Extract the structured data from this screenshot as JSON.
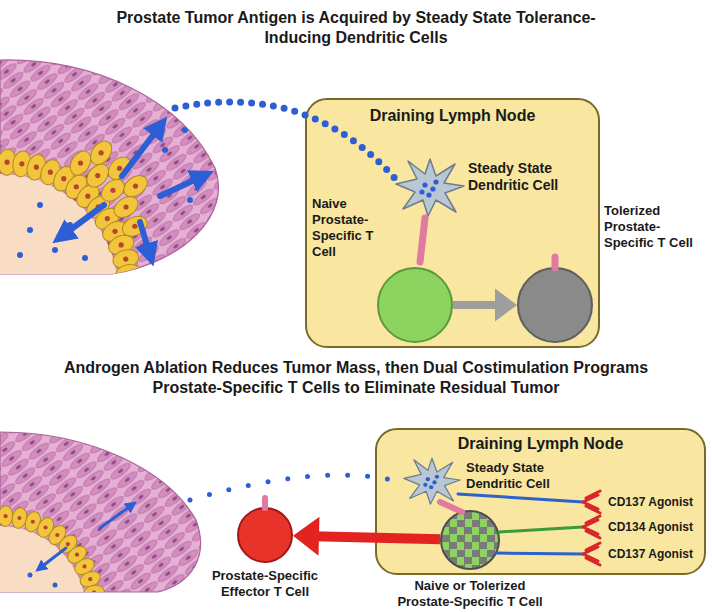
{
  "diagram": {
    "nodes": [
      {
        "text": [
          "Draining Lymph Node"
        ]
      },
      {
        "text": [
          "Steady State Dendritic Cell"
        ],
        "in": 0
      },
      {
        "text": [
          "Naive Prostate-Specific T Cell"
        ],
        "in": 0
      },
      {
        "text": [
          "Tolerized Prostate-Specific T Cell"
        ],
        "in": 0
      },
      {
        "text": [
          "Draining Lymph Node"
        ]
      },
      {
        "text": [
          "Steady State Dendritic Cell"
        ],
        "in": 4
      },
      {
        "text": [
          "Naive or Tolerized Prostate-Specific T Cell"
        ],
        "in": 4
      },
      {
        "text": [
          "Prostate-Specific Effector T Cell"
        ]
      }
    ],
    "edges": [
      {
        "from": 2,
        "to": 3,
        "arrow": "to"
      },
      {
        "from": 6,
        "to": 7,
        "arrow": "to"
      }
    ],
    "labels": [
      "Prostate Tumor Antigen is Acquired by Steady State Tolerance-Inducing Dendritic Cells",
      "Androgen Ablation Reduces Tumor Mass, then Dual Costimulation Programs Prostate-Specific T Cells to Eliminate Residual Tumor",
      "CD137 Agonist",
      "CD134 Agonist",
      "CD137 Agonist"
    ]
  }
}
